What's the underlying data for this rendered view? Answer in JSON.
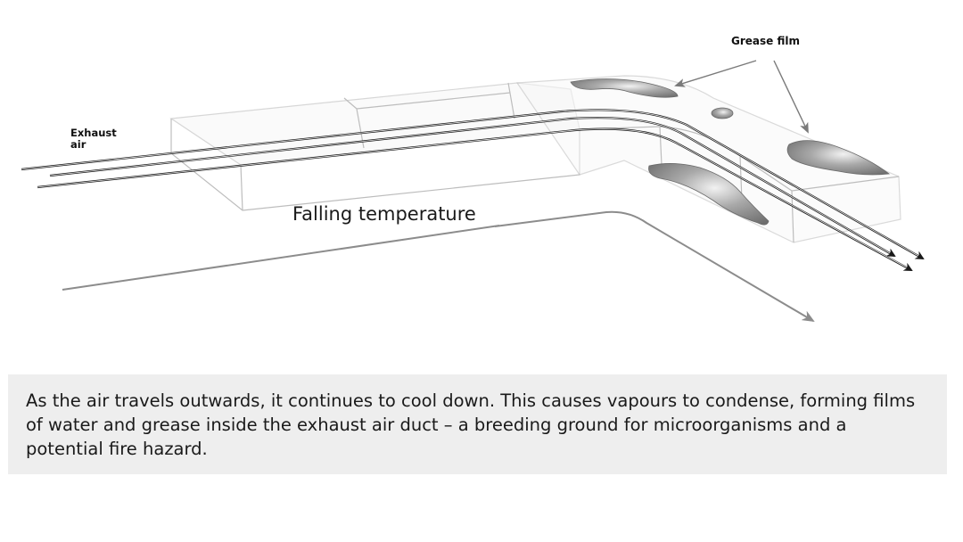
{
  "labels": {
    "grease_film": "Grease film",
    "exhaust_air": "Exhaust\nair",
    "falling_temperature": "Falling temperature"
  },
  "caption": "As the air travels outwards, it continues to cool down. This causes vapours to condense, forming films of water and grease inside the exhaust air duct – a breeding ground for microorganisms and a potential fire hazard.",
  "colors": {
    "duct_outline": "#bdbdbd",
    "airflow_arrows": "#1a1a1a",
    "grease_blobs": "#8a8a8a",
    "temperature_arrow": "#8c8c8c",
    "caption_background": "#eeeeee"
  }
}
